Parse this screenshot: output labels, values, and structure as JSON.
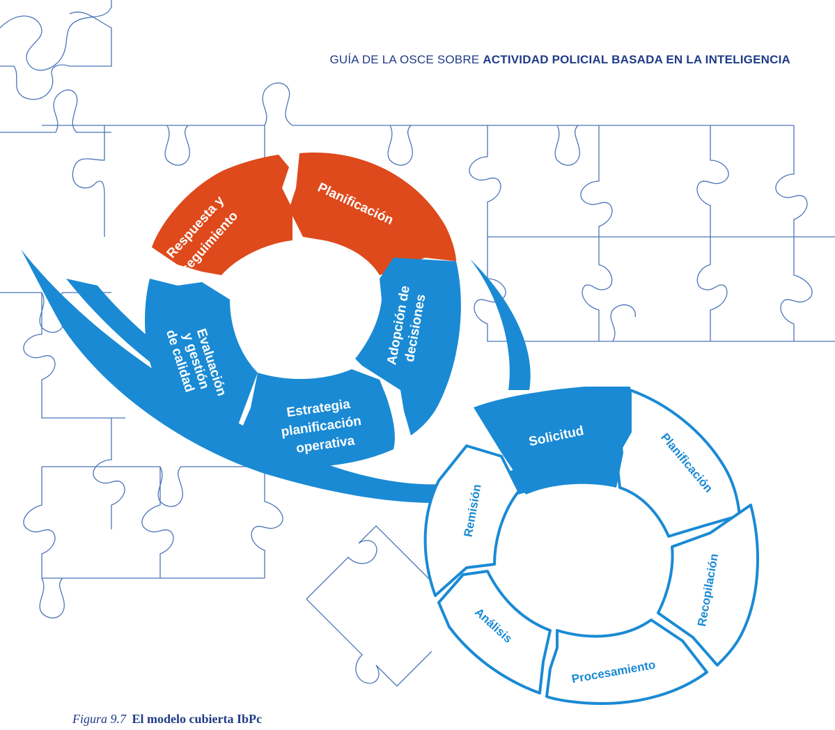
{
  "header": {
    "prefix": "GUÍA DE LA OSCE SOBRE",
    "title": "ACTIVIDAD POLICIAL BASADA EN LA INTELIGENCIA"
  },
  "colors": {
    "orange": "#de4a1c",
    "blue": "#1a8ad4",
    "navy": "#1f3b86",
    "puzzle_line": "#4a74b8"
  },
  "outer_cycle": {
    "respuesta_line1": "Respuesta y",
    "respuesta_line2": "seguimiento",
    "planificacion": "Planificación",
    "adopcion_line1": "Adopción de",
    "adopcion_line2": "decisiones",
    "estrategia_line1": "Estrategia",
    "estrategia_line2": "planificación",
    "estrategia_line3": "operativa",
    "evaluacion_line1": "Evaluación",
    "evaluacion_line2": "y gestión",
    "evaluacion_line3": "de calidad"
  },
  "intelligence_cycle": {
    "solicitud": "Solicitud",
    "planificacion": "Planificación",
    "recopilacion": "Recopilación",
    "procesamiento": "Procesamiento",
    "analisis": "Análisis",
    "remision": "Remisión"
  },
  "caption": {
    "number": "Figura 9.7",
    "title": "El modelo cubierta IbPc"
  }
}
